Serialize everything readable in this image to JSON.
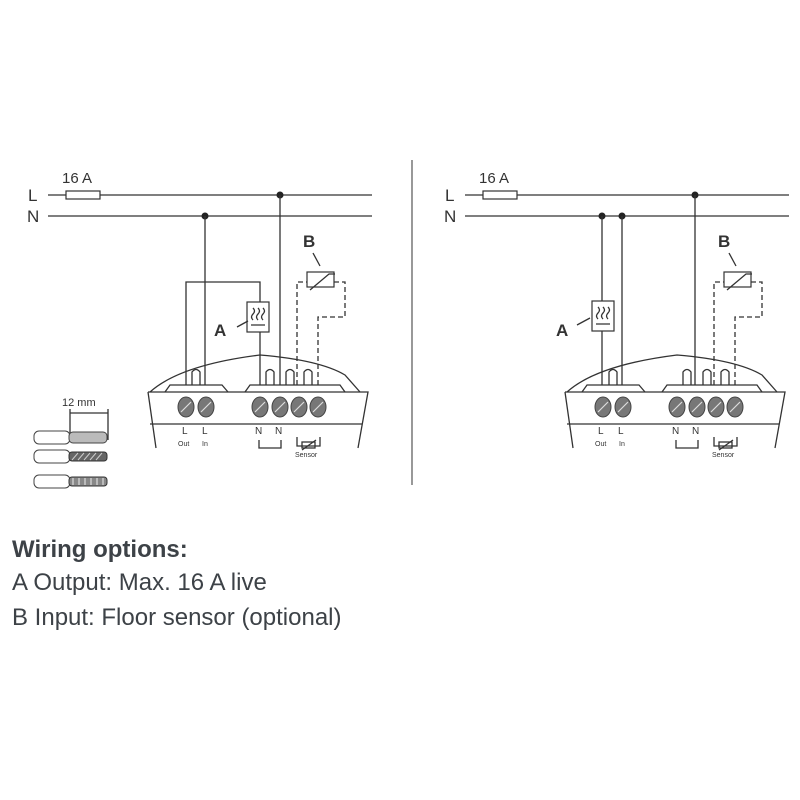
{
  "left_diagram": {
    "line_L": "L",
    "line_N": "N",
    "fuse_label": "16 A",
    "label_A": "A",
    "label_B": "B",
    "strip_length": "12 mm",
    "terminals": {
      "l": "L",
      "out": "Out",
      "in": "In",
      "n": "N",
      "sensor": "Sensor"
    }
  },
  "right_diagram": {
    "line_L": "L",
    "line_N": "N",
    "fuse_label": "16 A",
    "label_A": "A",
    "label_B": "B",
    "terminals": {
      "l": "L",
      "out": "Out",
      "in": "In",
      "n": "N",
      "sensor": "Sensor"
    }
  },
  "caption": {
    "title": "Wiring options:",
    "option_a": "A Output: Max. 16 A live",
    "option_b": "B Input: Floor sensor (optional)"
  }
}
